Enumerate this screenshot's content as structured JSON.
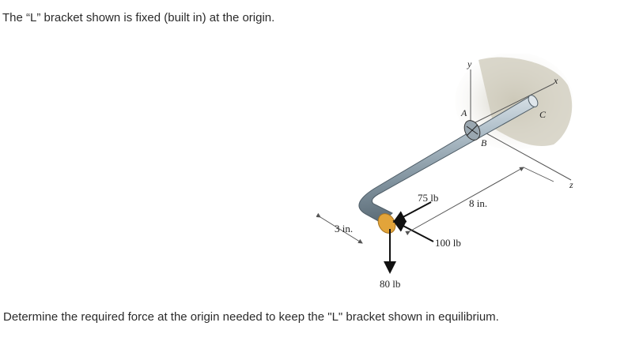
{
  "problem": {
    "intro": "The “L” bracket shown is fixed (built in) at the origin.",
    "question": "Determine the required force at the origin needed to keep the \"L\" bracket shown in equilibrium."
  },
  "figure": {
    "axis_y": "y",
    "axis_x": "x",
    "axis_z": "z",
    "point_a": "A",
    "point_b": "B",
    "point_c": "C",
    "force_75": "75 lb",
    "force_100": "100 lb",
    "force_80": "80 lb",
    "dim_8in": "8 in.",
    "dim_3in": "3 in."
  }
}
